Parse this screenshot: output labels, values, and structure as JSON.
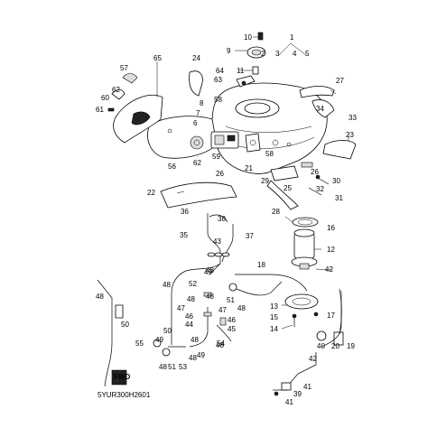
{
  "diagram_code": "5YUR300H2601",
  "fwd_mark": "FWD",
  "callouts": [
    {
      "id": "c1",
      "label": "1"
    },
    {
      "id": "c2",
      "label": "2"
    },
    {
      "id": "c3",
      "label": "3"
    },
    {
      "id": "c4",
      "label": "4"
    },
    {
      "id": "c5",
      "label": "5"
    },
    {
      "id": "c6",
      "label": "6"
    },
    {
      "id": "c7",
      "label": "7"
    },
    {
      "id": "c8",
      "label": "8"
    },
    {
      "id": "c9",
      "label": "9"
    },
    {
      "id": "c10",
      "label": "10"
    },
    {
      "id": "c11",
      "label": "11"
    },
    {
      "id": "c12",
      "label": "12"
    },
    {
      "id": "c13",
      "label": "13"
    },
    {
      "id": "c14",
      "label": "14"
    },
    {
      "id": "c15",
      "label": "15"
    },
    {
      "id": "c16",
      "label": "16"
    },
    {
      "id": "c17",
      "label": "17"
    },
    {
      "id": "c18",
      "label": "18"
    },
    {
      "id": "c19",
      "label": "19"
    },
    {
      "id": "c20",
      "label": "20"
    },
    {
      "id": "c21",
      "label": "21"
    },
    {
      "id": "c22",
      "label": "22"
    },
    {
      "id": "c23",
      "label": "23"
    },
    {
      "id": "c24",
      "label": "24"
    },
    {
      "id": "c25",
      "label": "25"
    },
    {
      "id": "c26a",
      "label": "26"
    },
    {
      "id": "c26b",
      "label": "26"
    },
    {
      "id": "c27",
      "label": "27"
    },
    {
      "id": "c28",
      "label": "28"
    },
    {
      "id": "c29",
      "label": "29"
    },
    {
      "id": "c30",
      "label": "30"
    },
    {
      "id": "c31",
      "label": "31"
    },
    {
      "id": "c32",
      "label": "32"
    },
    {
      "id": "c33",
      "label": "33"
    },
    {
      "id": "c34",
      "label": "34"
    },
    {
      "id": "c35",
      "label": "35"
    },
    {
      "id": "c36",
      "label": "36"
    },
    {
      "id": "c37",
      "label": "37"
    },
    {
      "id": "c38",
      "label": "38"
    },
    {
      "id": "c39",
      "label": "39"
    },
    {
      "id": "c40",
      "label": "40"
    },
    {
      "id": "c41a",
      "label": "41"
    },
    {
      "id": "c41b",
      "label": "41"
    },
    {
      "id": "c42a",
      "label": "42"
    },
    {
      "id": "c42b",
      "label": "42"
    },
    {
      "id": "c43",
      "label": "43"
    },
    {
      "id": "c44",
      "label": "44"
    },
    {
      "id": "c45",
      "label": "45"
    },
    {
      "id": "c46a",
      "label": "46"
    },
    {
      "id": "c46b",
      "label": "46"
    },
    {
      "id": "c47a",
      "label": "47"
    },
    {
      "id": "c47b",
      "label": "47"
    },
    {
      "id": "c48a",
      "label": "48"
    },
    {
      "id": "c48b",
      "label": "48"
    },
    {
      "id": "c48c",
      "label": "48"
    },
    {
      "id": "c48d",
      "label": "48"
    },
    {
      "id": "c48e",
      "label": "48"
    },
    {
      "id": "c48f",
      "label": "48"
    },
    {
      "id": "c48g",
      "label": "48"
    },
    {
      "id": "c48h",
      "label": "48"
    },
    {
      "id": "c48i",
      "label": "48"
    },
    {
      "id": "c48j",
      "label": "48"
    },
    {
      "id": "c49a",
      "label": "49"
    },
    {
      "id": "c49b",
      "label": "49"
    },
    {
      "id": "c49c",
      "label": "49"
    },
    {
      "id": "c50a",
      "label": "50"
    },
    {
      "id": "c50b",
      "label": "50"
    },
    {
      "id": "c51a",
      "label": "51"
    },
    {
      "id": "c51b",
      "label": "51"
    },
    {
      "id": "c52",
      "label": "52"
    },
    {
      "id": "c53",
      "label": "53"
    },
    {
      "id": "c54",
      "label": "54"
    },
    {
      "id": "c55",
      "label": "55"
    },
    {
      "id": "c56",
      "label": "56"
    },
    {
      "id": "c57",
      "label": "57"
    },
    {
      "id": "c58a",
      "label": "58"
    },
    {
      "id": "c58b",
      "label": "58"
    },
    {
      "id": "c59",
      "label": "59"
    },
    {
      "id": "c60",
      "label": "60"
    },
    {
      "id": "c61",
      "label": "61"
    },
    {
      "id": "c62a",
      "label": "62"
    },
    {
      "id": "c62b",
      "label": "62"
    },
    {
      "id": "c63",
      "label": "63"
    },
    {
      "id": "c64",
      "label": "64"
    },
    {
      "id": "c65",
      "label": "65"
    }
  ]
}
